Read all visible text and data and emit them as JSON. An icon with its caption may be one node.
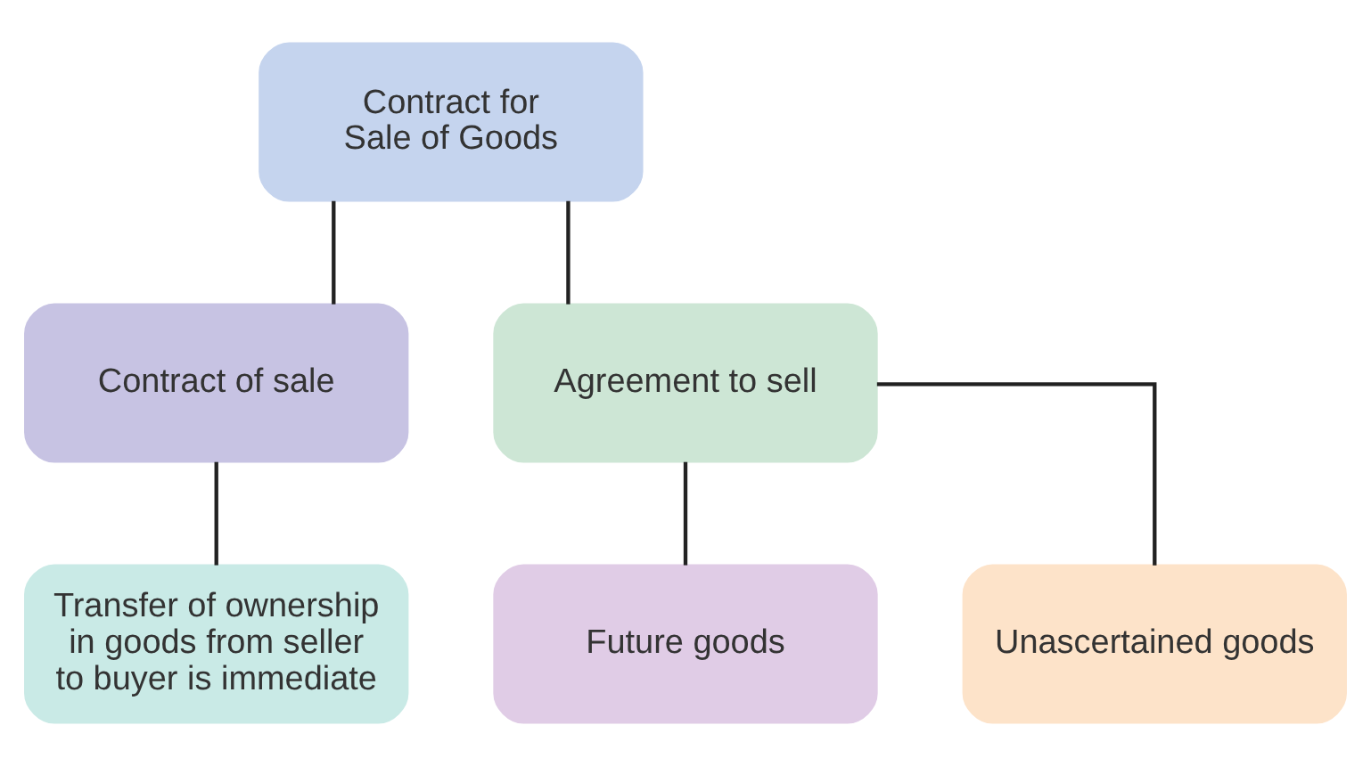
{
  "diagram": {
    "nodes": [
      {
        "text": [
          "Contract for Sale of Goods"
        ]
      },
      {
        "text": [
          "Contract of sale"
        ]
      },
      {
        "text": [
          "Agreement to sell"
        ]
      },
      {
        "text": [
          "Transfer of ownership in goods from seller to buyer is immediate"
        ]
      },
      {
        "text": [
          "Future goods"
        ]
      },
      {
        "text": [
          "Unascertained goods"
        ]
      }
    ],
    "edges": [
      {
        "from": 0,
        "to": 1,
        "arrow": "none"
      },
      {
        "from": 0,
        "to": 2,
        "arrow": "none"
      },
      {
        "from": 1,
        "to": 3,
        "arrow": "none"
      },
      {
        "from": 2,
        "to": 4,
        "arrow": "none"
      },
      {
        "from": 2,
        "to": 5,
        "arrow": "none"
      }
    ]
  }
}
